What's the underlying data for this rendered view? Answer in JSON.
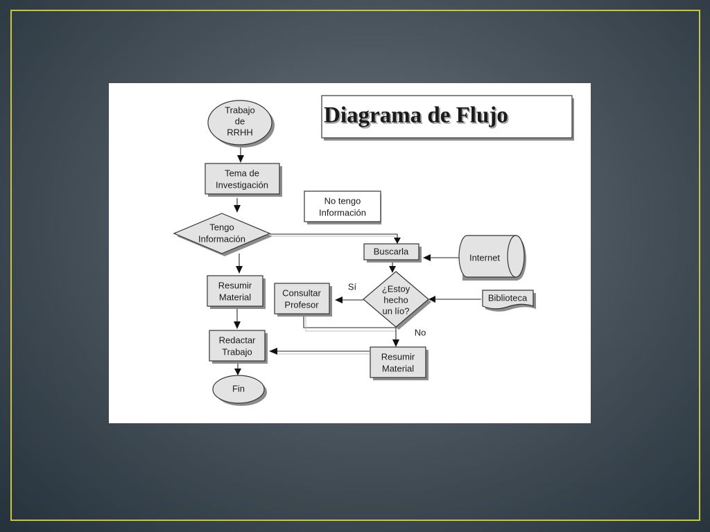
{
  "diagram": {
    "title": "Diagrama de Flujo",
    "nodes": {
      "trabajo_rrhh": [
        "Trabajo",
        "de",
        "RRHH"
      ],
      "tema": [
        "Tema de",
        "Investigación"
      ],
      "tengo_info": [
        "Tengo",
        "Información"
      ],
      "no_tengo_info": [
        "No tengo",
        "Información"
      ],
      "buscarla": [
        "Buscarla"
      ],
      "internet": [
        "Internet"
      ],
      "biblioteca": [
        "Biblioteca"
      ],
      "estoy_hecho": [
        "¿Estoy",
        "hecho",
        "un lío?"
      ],
      "consultar": [
        "Consultar",
        "Profesor"
      ],
      "resumir_1": [
        "Resumir",
        "Material"
      ],
      "resumir_2": [
        "Resumir",
        "Material"
      ],
      "redactar": [
        "Redactar",
        "Trabajo"
      ],
      "fin": [
        "Fin"
      ]
    },
    "edge_labels": {
      "si": "Sí",
      "no": "No"
    }
  }
}
